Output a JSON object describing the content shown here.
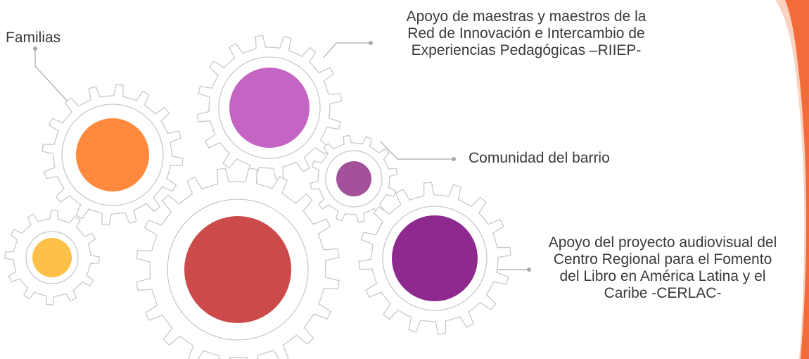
{
  "labels": {
    "familias": "Familias",
    "riiep": [
      "Apoyo de maestras y maestros de la",
      "Red de Innovación e Intercambio de",
      "Experiencias Pedagógicas –RIIEP-"
    ],
    "comunidad": "Comunidad del barrio",
    "cerlac": [
      "Apoyo del proyecto audiovisual del",
      "Centro Regional para el Fomento",
      "del Libro en América Latina y el",
      "Caribe  -CERLAC-"
    ]
  },
  "colors": {
    "gear_outline": "#c8c8c8",
    "connector": "#a8a8a8",
    "text": "#3a3a3a",
    "familias_core": "#ff8a3d",
    "riiep_core": "#c565c3",
    "comunidad_core": "#a2519a",
    "yellow_core": "#ffc04a",
    "red_core": "#cd4a4a",
    "cerlac_core": "#8e2a8e",
    "accent_swoosh": "#f26b3a",
    "accent_swoosh_light": "#fbd2bf"
  }
}
